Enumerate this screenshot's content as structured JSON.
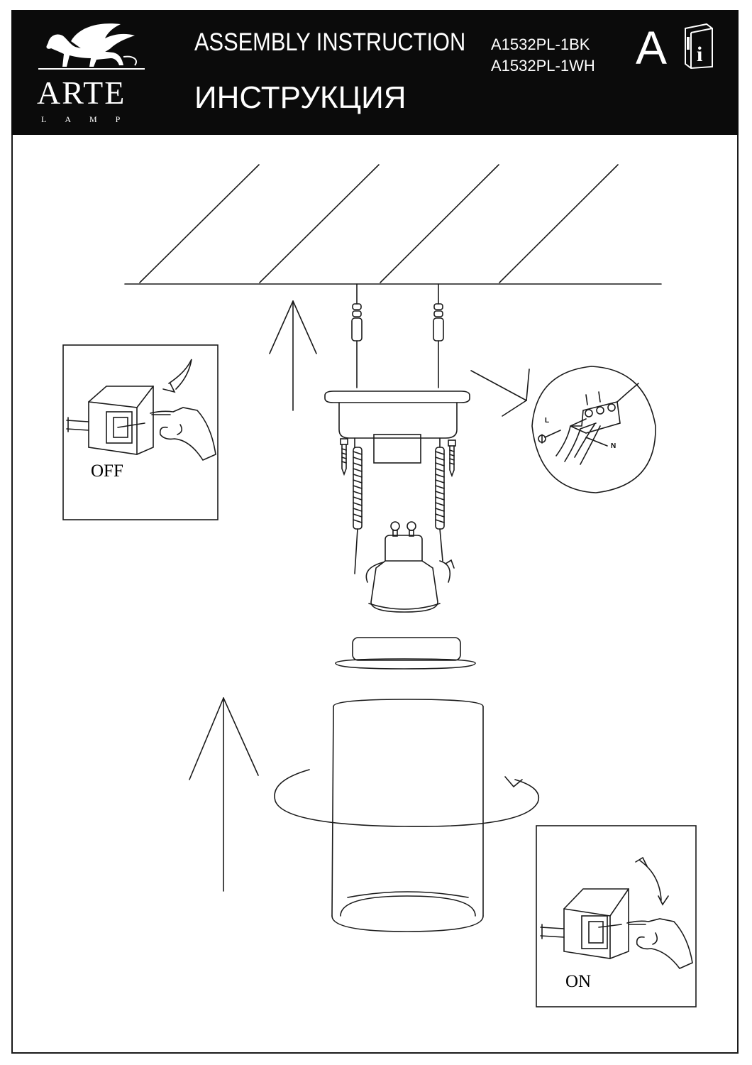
{
  "brand": {
    "name": "ARTE",
    "sub": "LAMP"
  },
  "header": {
    "title_en": "ASSEMBLY  INSTRUCTION",
    "title_ru": "ИНСТРУКЦИЯ",
    "models": [
      "A1532PL-1BK",
      "A1532PL-1WH"
    ],
    "letter": "A",
    "manual_icon_glyph": "i"
  },
  "switch_panels": {
    "off_label": "OFF",
    "on_label": "ON"
  },
  "wiring": {
    "live_label": "L",
    "neutral_label": "N"
  },
  "colors": {
    "header_bg": "#0b0b0b",
    "line": "#1a1a1a"
  }
}
